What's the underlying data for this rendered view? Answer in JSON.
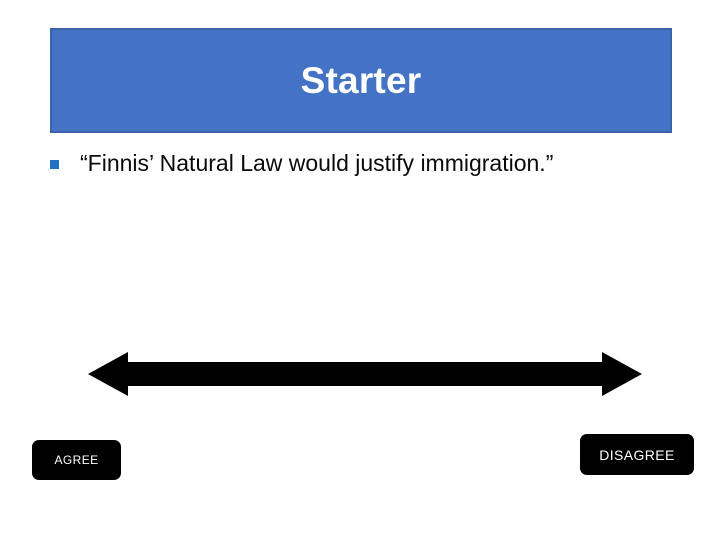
{
  "slide": {
    "title": "Starter",
    "title_bg_color": "#4472C4",
    "title_text_color": "#FFFFFF",
    "background_color": "#FFFFFF",
    "bullets": [
      {
        "marker": "square-bullet",
        "marker_color": "#1F6FC4",
        "text": "“Finnis’ Natural Law would justify immigration.”"
      }
    ],
    "spectrum": {
      "arrow": "double-headed-arrow",
      "arrow_color": "#000000",
      "left_label": "AGREE",
      "right_label": "DISAGREE",
      "label_bg_color": "#000000",
      "label_text_color": "#FFFFFF"
    }
  }
}
